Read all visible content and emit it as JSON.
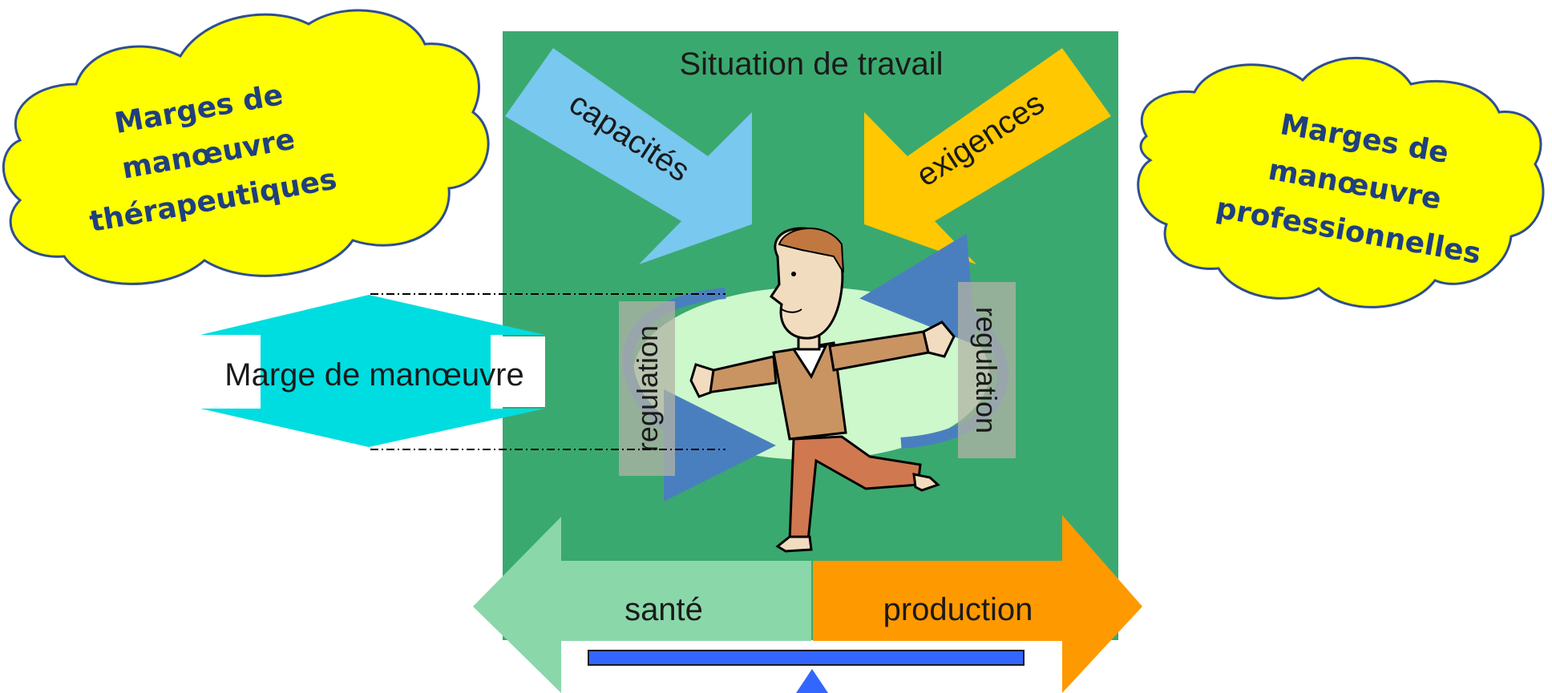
{
  "title": "Situation de travail",
  "inputs": {
    "left_label": "capacités",
    "right_label": "exigences"
  },
  "regulation": {
    "left_label": "regulation",
    "right_label": "regulation"
  },
  "margin_arrow_label": "Marge de manœuvre",
  "outcomes": {
    "left_label": "santé",
    "right_label": "production"
  },
  "clouds": {
    "left": {
      "lines": [
        "Marges de",
        "manœuvre",
        "thérapeutiques"
      ]
    },
    "right": {
      "lines": [
        "Marges de",
        "manœuvre",
        "professionnelles"
      ]
    }
  },
  "colors": {
    "work_square": "#3aa96f",
    "capacites_arrow": "#79c8ef",
    "exigences_arrow": "#ffc800",
    "sante_arrow": "#8ad7aa",
    "production_arrow": "#ff9900",
    "margin_arrow": "#00dde0",
    "ellipse": "#ccf8cc",
    "regulation_arrow": "#4a7fbf",
    "cloud_fill": "#ffff00",
    "cloud_stroke": "#2f4f8f",
    "cloud_text": "#1f3f7f",
    "balance_beam": "#3366ff"
  }
}
